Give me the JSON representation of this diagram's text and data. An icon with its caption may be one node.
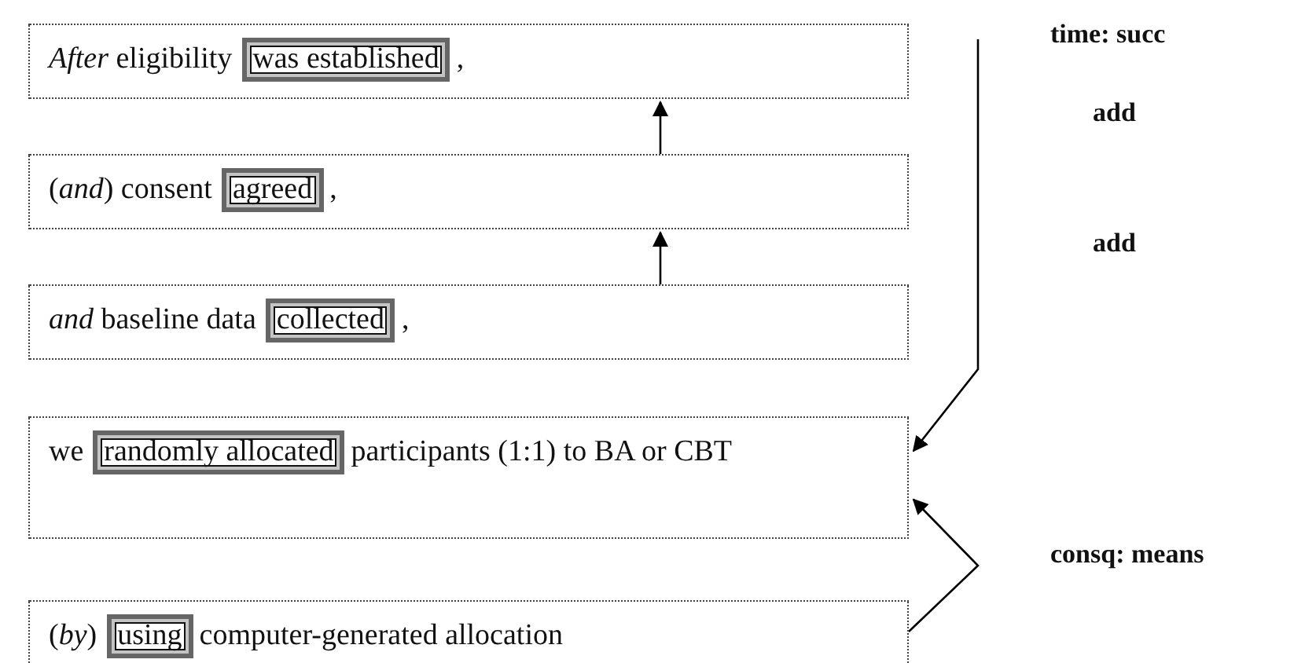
{
  "diagram": {
    "nodes": [
      {
        "text": [
          "*After* eligibility",
          ","
        ]
      },
      {
        "text": [
          "was established"
        ],
        "in": 0
      },
      {
        "text": [
          "(*and*) consent",
          ","
        ]
      },
      {
        "text": [
          "agreed"
        ],
        "in": 2
      },
      {
        "text": [
          "*and* baseline data",
          ","
        ]
      },
      {
        "text": [
          "collected"
        ],
        "in": 4
      },
      {
        "text": [
          "we",
          "participants (1:1) to BA or CBT"
        ]
      },
      {
        "text": [
          "randomly allocated"
        ],
        "in": 6
      },
      {
        "text": [
          "(*by*)",
          "computer-generated allocation"
        ]
      },
      {
        "text": [
          "using"
        ],
        "in": 8
      }
    ],
    "edges": [
      {
        "from": 2,
        "to": 0,
        "arrow": "to"
      },
      {
        "from": 4,
        "to": 2,
        "arrow": "to"
      },
      {
        "from": null,
        "to": 6,
        "arrow": "to"
      },
      {
        "from": 8,
        "to": 6,
        "arrow": "to"
      }
    ],
    "labels": [
      "time: succ",
      "add",
      "add",
      "consq: means"
    ]
  }
}
